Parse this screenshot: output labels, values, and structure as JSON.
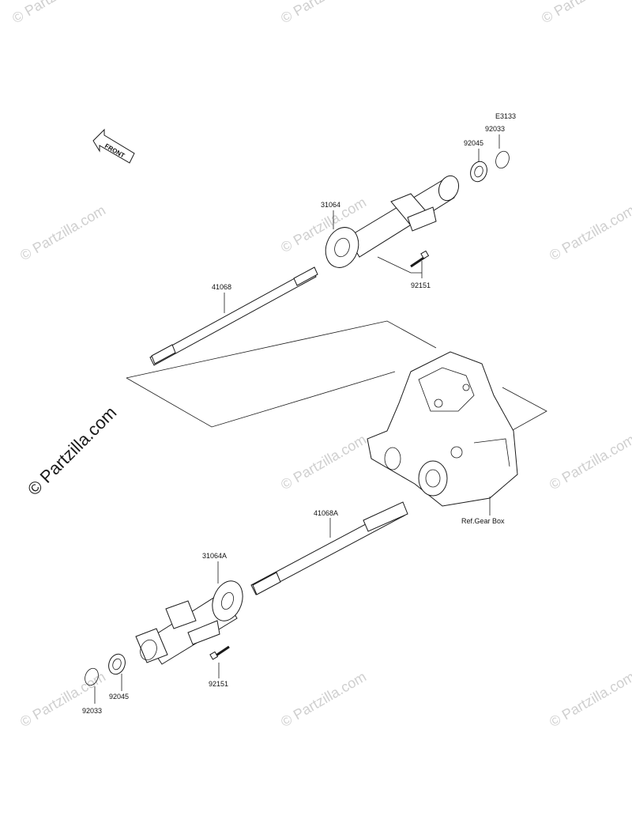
{
  "diagram_id": "E3133",
  "front_arrow": {
    "label": "FRONT"
  },
  "watermark": {
    "text": "© Partzilla.com"
  },
  "parts": {
    "p92033_top": "92033",
    "p92045_top": "92045",
    "p31064": "31064",
    "p92151_top": "92151",
    "p41068": "41068",
    "ref_gear_box": "Ref.Gear Box",
    "p41068A": "41068A",
    "p31064A": "31064A",
    "p92151_bottom": "92151",
    "p92045_bottom": "92045",
    "p92033_bottom": "92033"
  }
}
